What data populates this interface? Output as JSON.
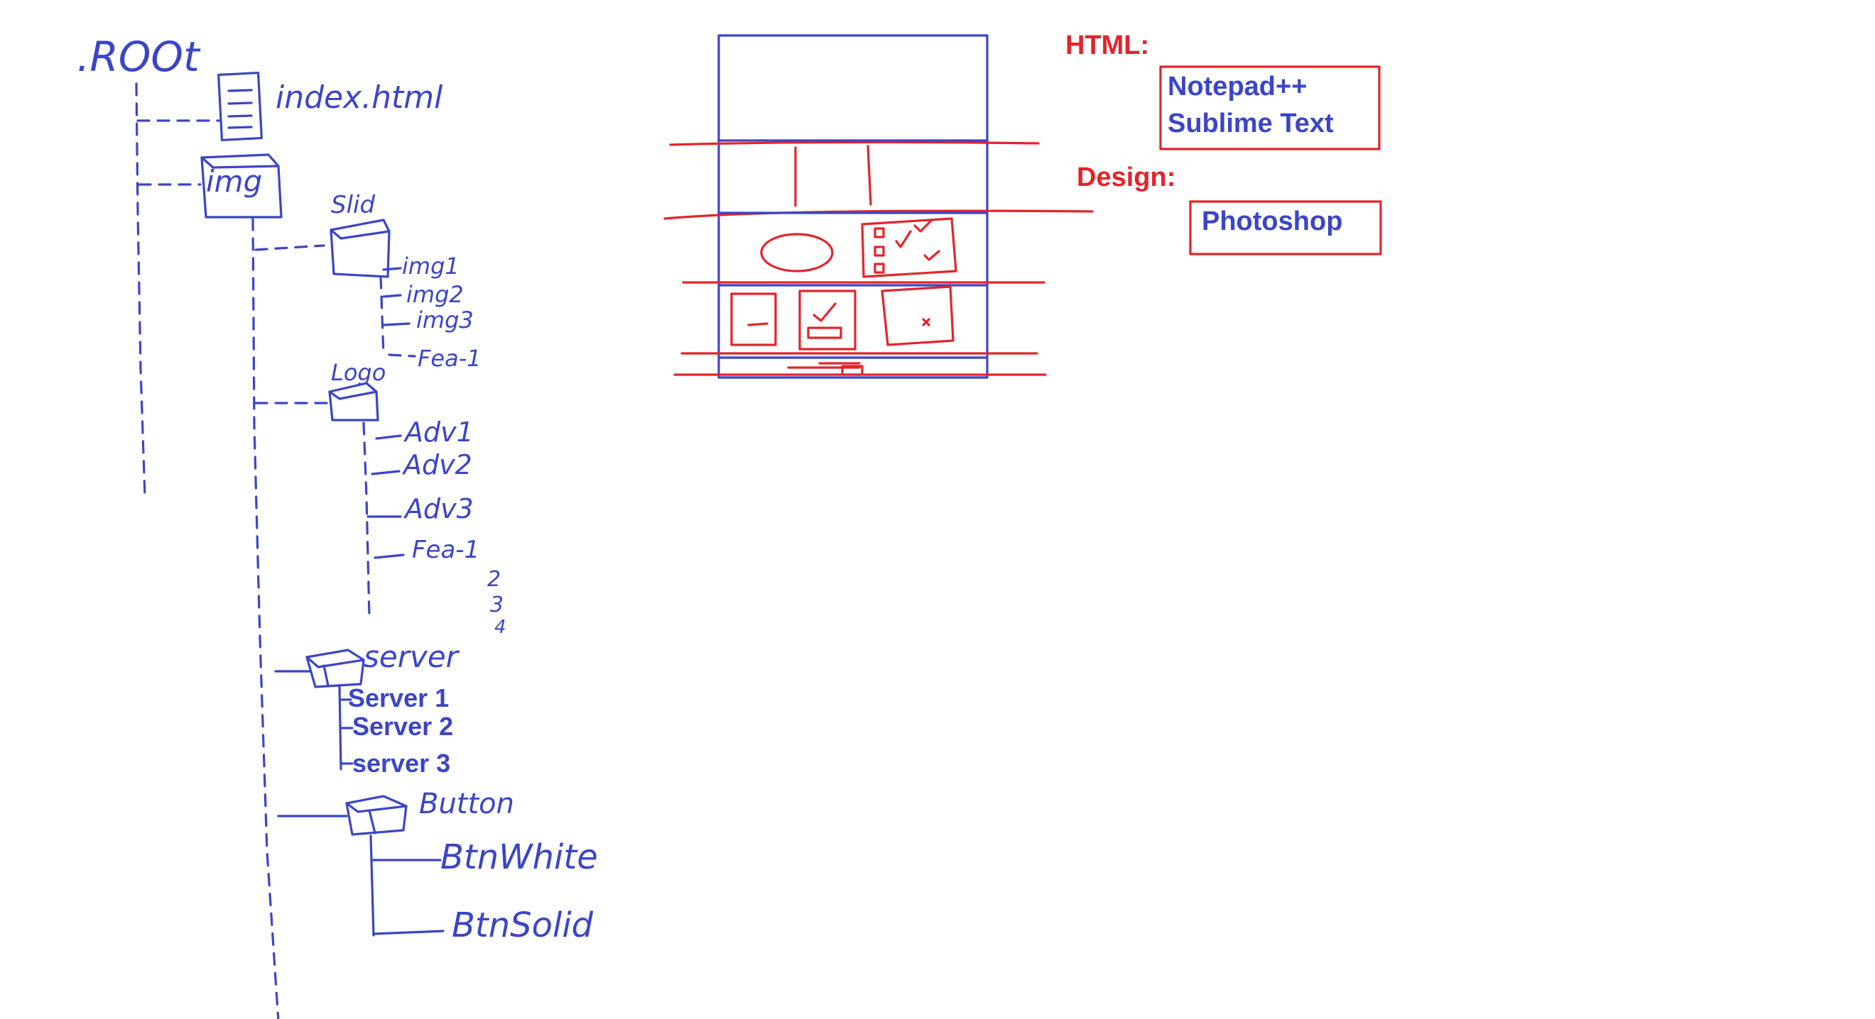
{
  "colors": {
    "ink_blue": "#3b45c6",
    "ink_red": "#e3242b",
    "background": "#ffffff"
  },
  "tree": {
    "root": ".ROOt",
    "index_file": "index.html",
    "img_folder": "img",
    "slid_folder": "Slid",
    "slid_items": [
      "img1",
      "img2",
      "img3",
      "Fea-1"
    ],
    "logo_folder": "Logo",
    "logo_items": [
      "Adv1",
      "Adv2",
      "Adv3",
      "Fea-1"
    ],
    "logo_numbers": [
      "2",
      "3",
      "4"
    ],
    "server_folder": "server",
    "server_items": [
      "Server 1",
      "Server 2",
      "server 3"
    ],
    "button_folder": "Button",
    "button_items": [
      "BtnWhite",
      "BtnSolid"
    ]
  },
  "tools": {
    "html_heading": "HTML:",
    "html_tools": [
      "Notepad++",
      "Sublime Text"
    ],
    "design_heading": "Design:",
    "design_tools": [
      "Photoshop"
    ]
  }
}
